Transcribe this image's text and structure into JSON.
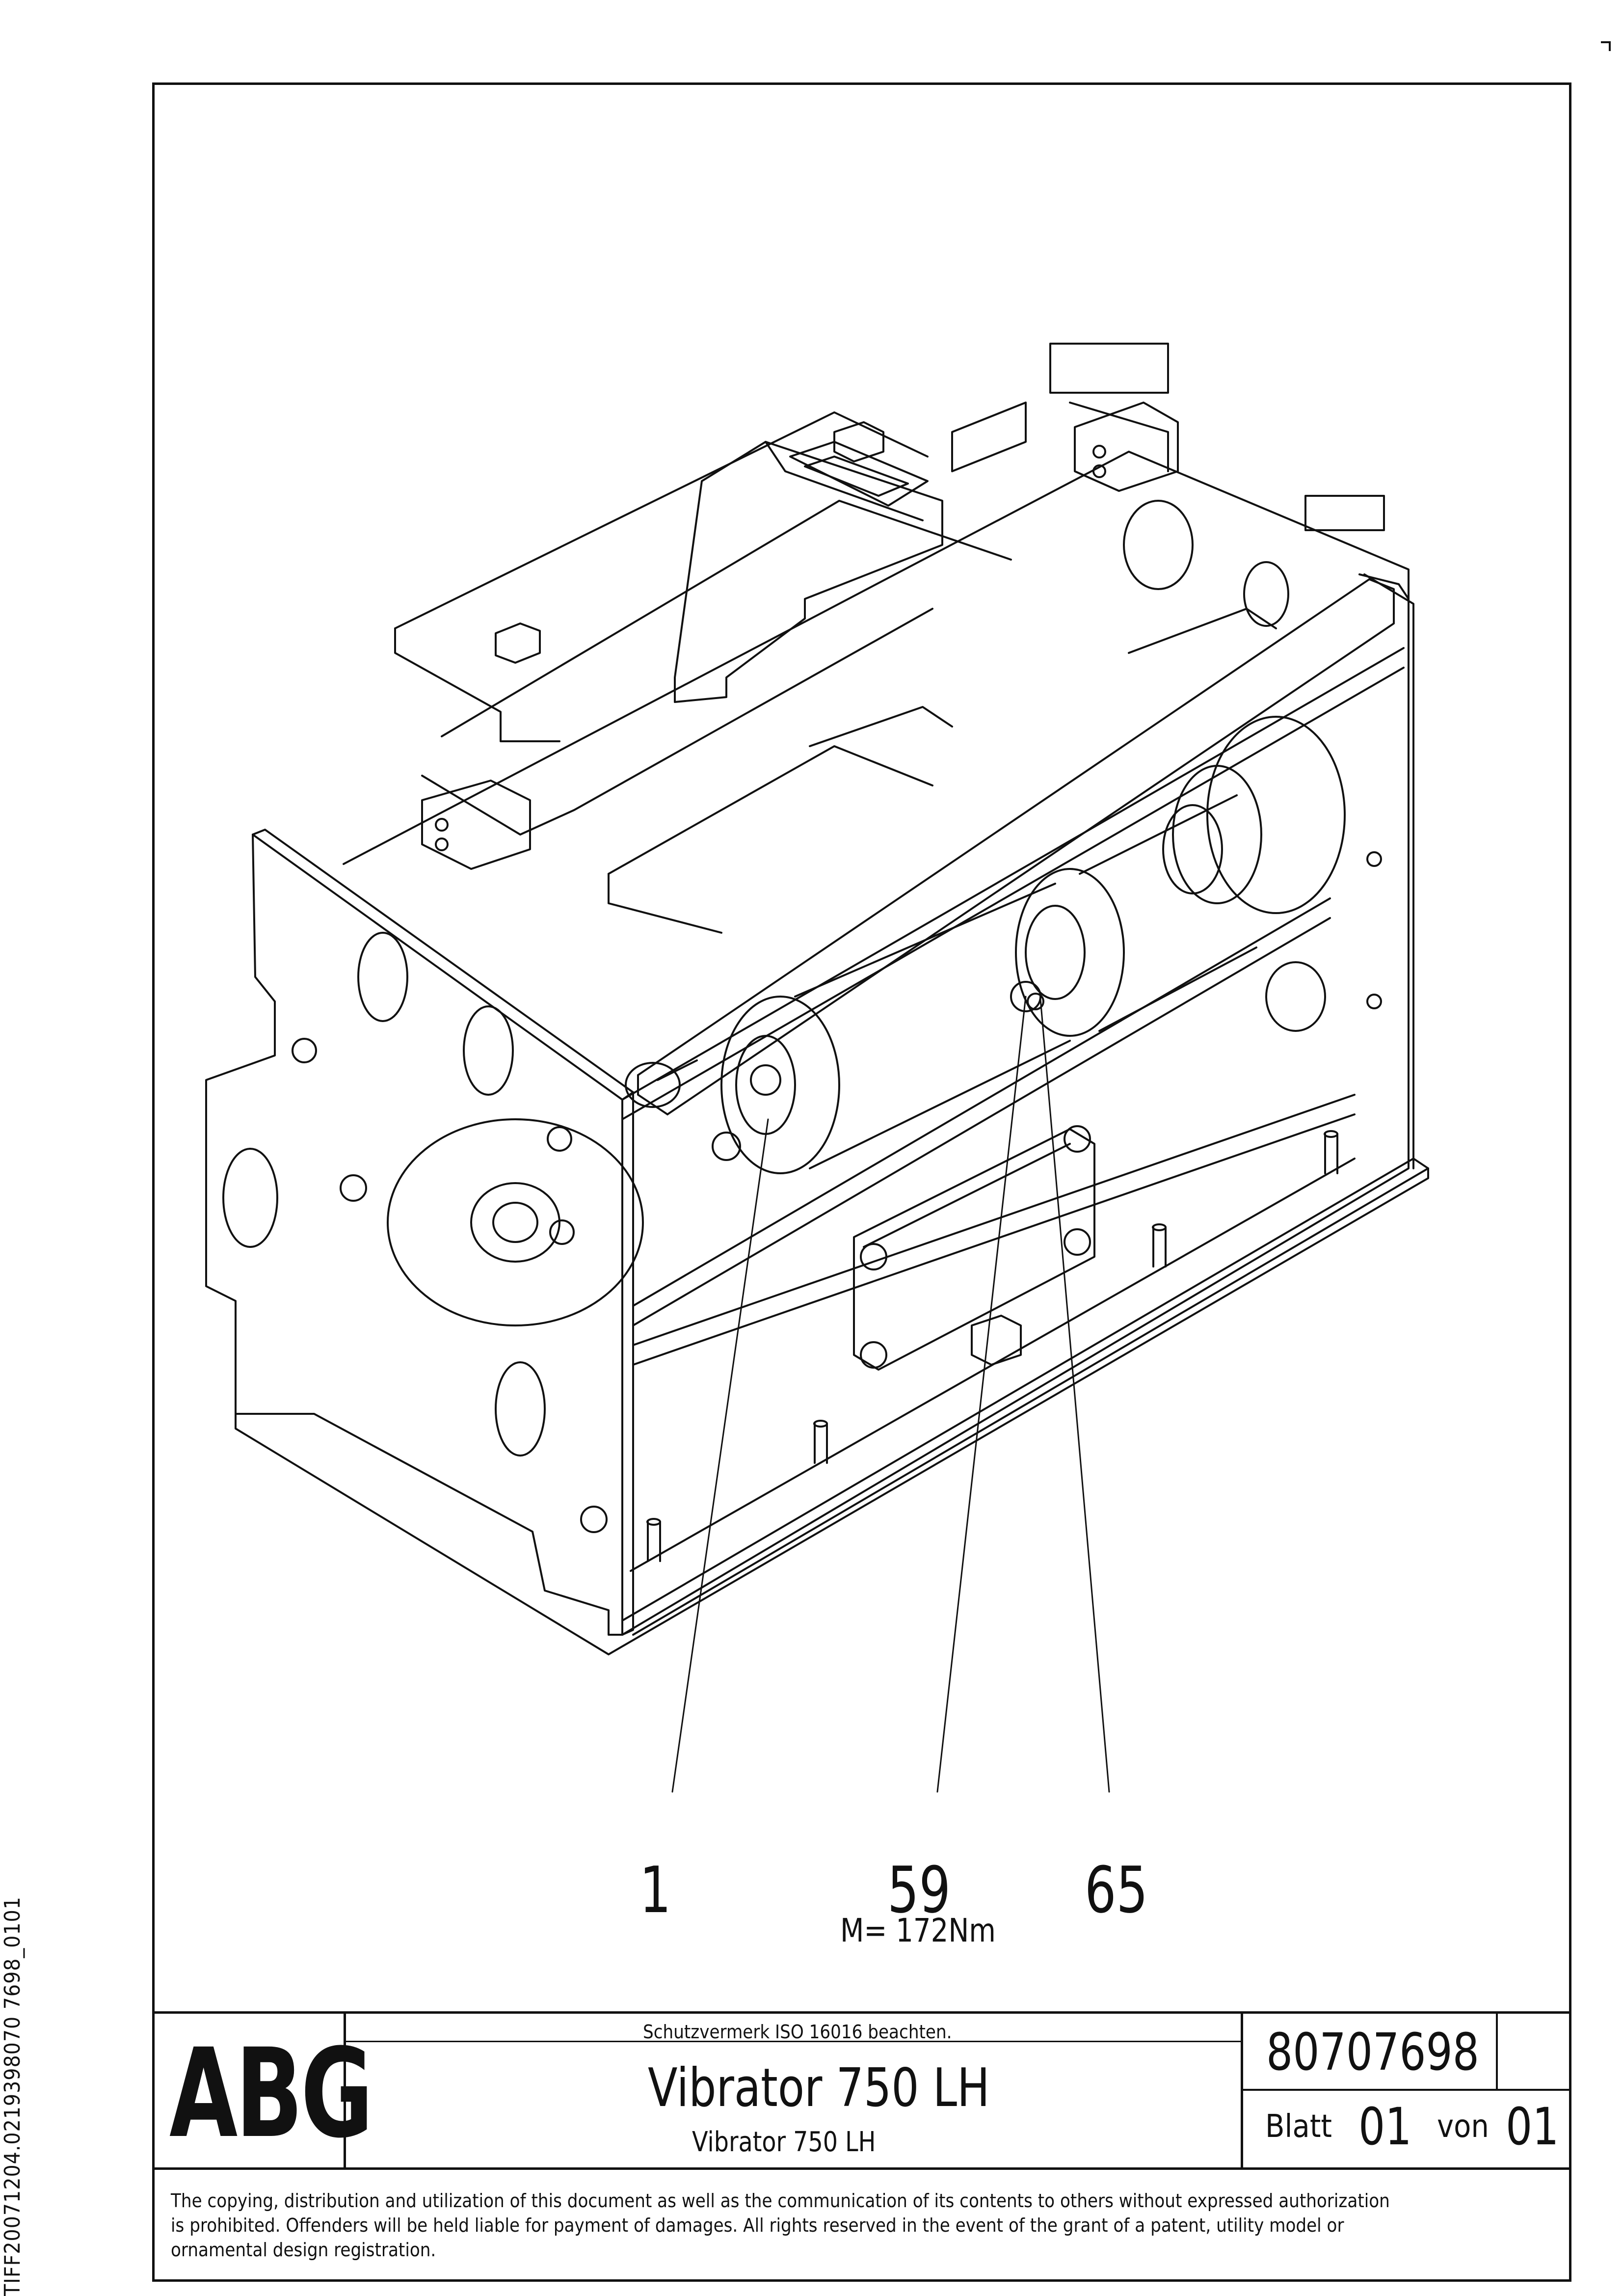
{
  "side_code": "TIFF20071204.0219398070 7698_0101",
  "callouts": {
    "item_1": "1",
    "item_59": "59",
    "item_65": "65",
    "torque": "M= 172Nm"
  },
  "title_block": {
    "logo": "ABG",
    "copyright_note": "Schutzvermerk ISO 16016 beachten.",
    "title": "Vibrator 750 LH",
    "subtitle": "Vibrator 750 LH",
    "document_number": "80707698",
    "sheet_label": "Blatt",
    "sheet_number": "01",
    "of_label": "von",
    "total_sheets": "01"
  },
  "legal_notice": {
    "line_1": "The copying, distribution and utilization of this document as well as the communication of its contents to others without expressed authorization",
    "line_2": "is prohibited. Offenders will be held liable for payment of damages. All rights reserved in the event of the grant of a patent, utility model or",
    "line_3": "ornamental design registration."
  }
}
